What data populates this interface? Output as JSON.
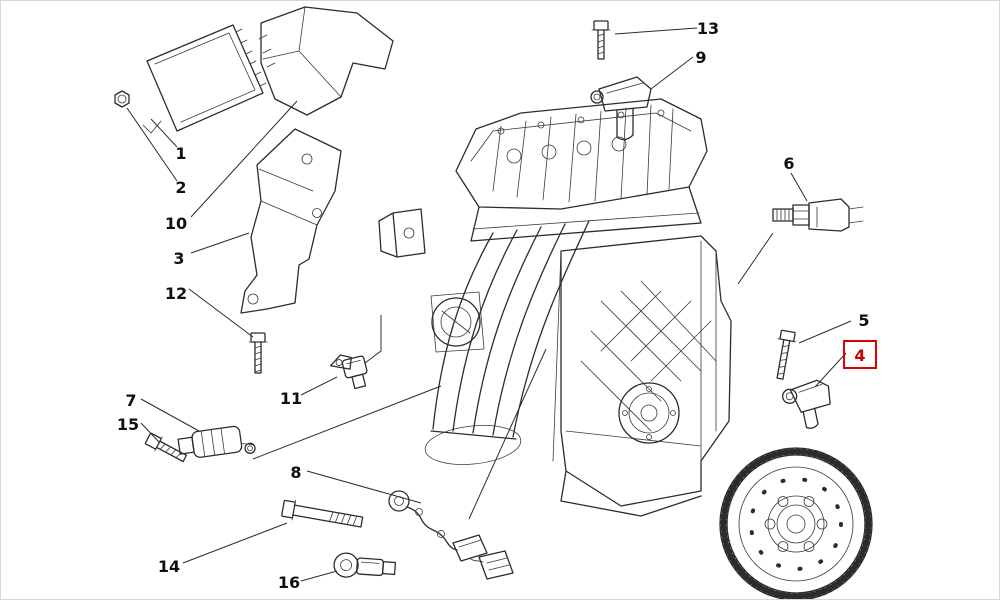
{
  "callouts": [
    "1",
    "2",
    "3",
    "4",
    "5",
    "6",
    "7",
    "8",
    "9",
    "10",
    "11",
    "12",
    "13",
    "14",
    "15",
    "16"
  ],
  "highlighted_callout": "4",
  "colors": {
    "background": "#ffffff",
    "line": "#2c2c2c",
    "label_text": "#111111",
    "highlight_box": "#dd0000"
  }
}
